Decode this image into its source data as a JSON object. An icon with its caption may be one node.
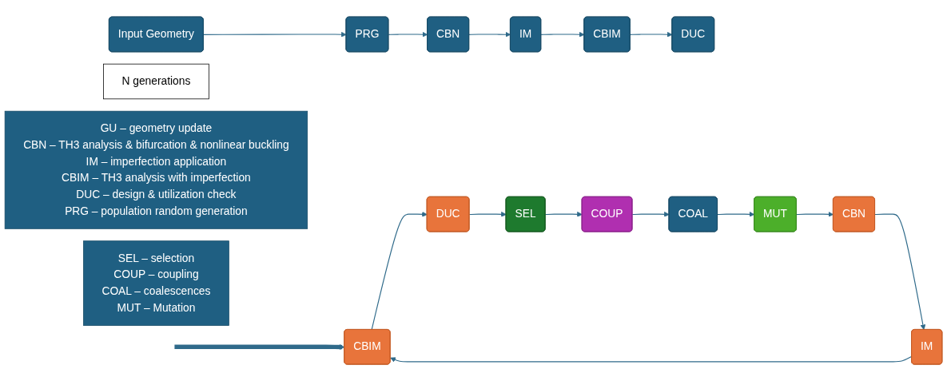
{
  "diagram": {
    "nodes": [
      {
        "text": [
          "Input Geometry"
        ]
      },
      {
        "text": [
          "PRG"
        ]
      },
      {
        "text": [
          "CBN"
        ]
      },
      {
        "text": [
          "IM"
        ]
      },
      {
        "text": [
          "CBIM"
        ]
      },
      {
        "text": [
          "DUC"
        ]
      },
      {
        "text": [
          "CBIM"
        ]
      },
      {
        "text": [
          "DUC"
        ]
      },
      {
        "text": [
          "SEL"
        ]
      },
      {
        "text": [
          "COUP"
        ]
      },
      {
        "text": [
          "COAL"
        ]
      },
      {
        "text": [
          "MUT"
        ]
      },
      {
        "text": [
          "CBN"
        ]
      },
      {
        "text": [
          "IM"
        ]
      },
      {
        "text": [
          "N generations"
        ]
      },
      {
        "text": [
          "GU – geometry update",
          "CBN – TH3 analysis & bifurcation & nonlinear buckling",
          "IM – imperfection application",
          "CBIM – TH3 analysis with imperfection",
          "DUC – design & utilization check",
          "PRG – population random generation"
        ]
      },
      {
        "text": [
          "SEL – selection",
          "COUP – coupling",
          "COAL – coalescences",
          "MUT – Mutation"
        ]
      }
    ],
    "edges": [
      {
        "from": 0,
        "to": 1,
        "arrow": "to"
      },
      {
        "from": 1,
        "to": 2,
        "arrow": "to"
      },
      {
        "from": 2,
        "to": 3,
        "arrow": "to"
      },
      {
        "from": 3,
        "to": 4,
        "arrow": "to"
      },
      {
        "from": 4,
        "to": 5,
        "arrow": "to"
      },
      {
        "from": null,
        "to": 6,
        "arrow": "to",
        "style": "thick"
      },
      {
        "from": 6,
        "to": 7,
        "arrow": "to"
      },
      {
        "from": 7,
        "to": 8,
        "arrow": "to"
      },
      {
        "from": 8,
        "to": 9,
        "arrow": "to"
      },
      {
        "from": 9,
        "to": 10,
        "arrow": "to"
      },
      {
        "from": 10,
        "to": 11,
        "arrow": "to"
      },
      {
        "from": 11,
        "to": 12,
        "arrow": "to"
      },
      {
        "from": 12,
        "to": 13,
        "arrow": "to"
      },
      {
        "from": 13,
        "to": 6,
        "arrow": "to"
      }
    ]
  }
}
